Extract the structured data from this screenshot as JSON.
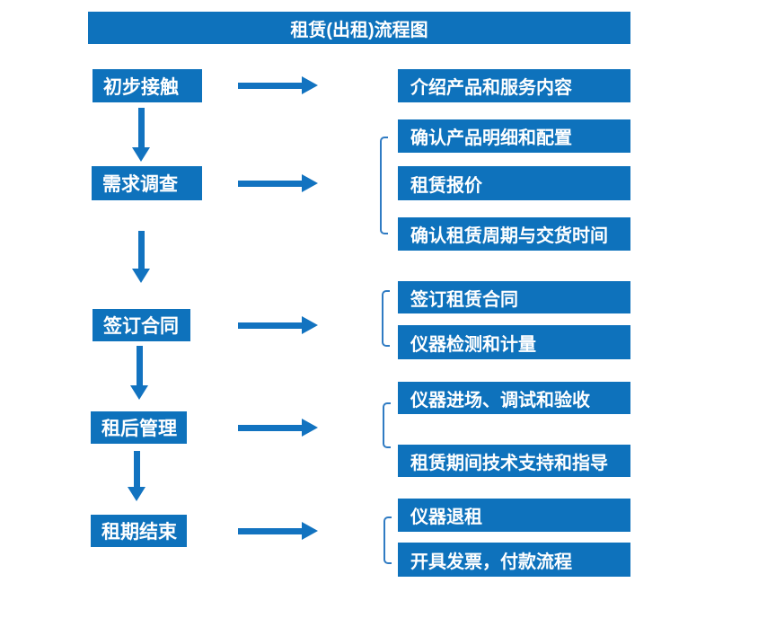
{
  "title": "租赁(出租)流程图",
  "colors": {
    "primary": "#0e72bc",
    "arrow": "#1273c0",
    "bracket": "#2f7bc3",
    "text": "#ffffff",
    "background": "#ffffff"
  },
  "flow": {
    "steps": [
      {
        "label": "初步接触",
        "details": [
          "介绍产品和服务内容"
        ]
      },
      {
        "label": "需求调查",
        "details": [
          "确认产品明细和配置",
          "租赁报价",
          "确认租赁周期与交货时间"
        ]
      },
      {
        "label": "签订合同",
        "details": [
          "签订租赁合同",
          "仪器检测和计量"
        ]
      },
      {
        "label": "租后管理",
        "details": [
          "仪器进场、调试和验收",
          "租赁期间技术支持和指导"
        ]
      },
      {
        "label": "租期结束",
        "details": [
          "仪器退租",
          "开具发票，付款流程"
        ]
      }
    ]
  }
}
